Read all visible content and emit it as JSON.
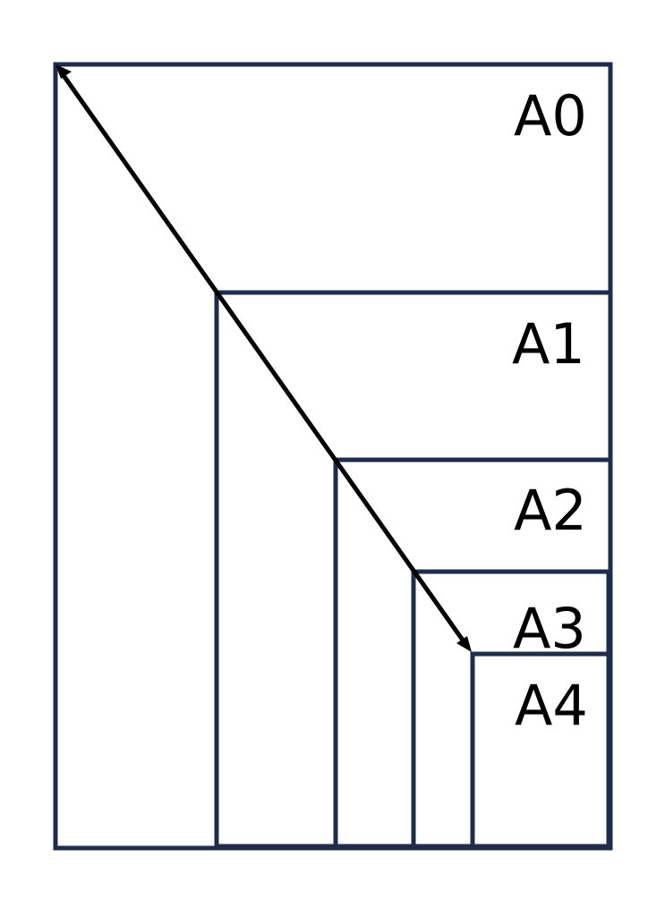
{
  "diagram": {
    "colors": {
      "outline": "#1f2d4a",
      "arrow": "#000000",
      "text": "#000000",
      "background": "#ffffff"
    },
    "sheets": [
      {
        "label": "A0"
      },
      {
        "label": "A1"
      },
      {
        "label": "A2"
      },
      {
        "label": "A3"
      },
      {
        "label": "A4"
      }
    ],
    "arrow": {
      "style": "double-headed"
    }
  }
}
